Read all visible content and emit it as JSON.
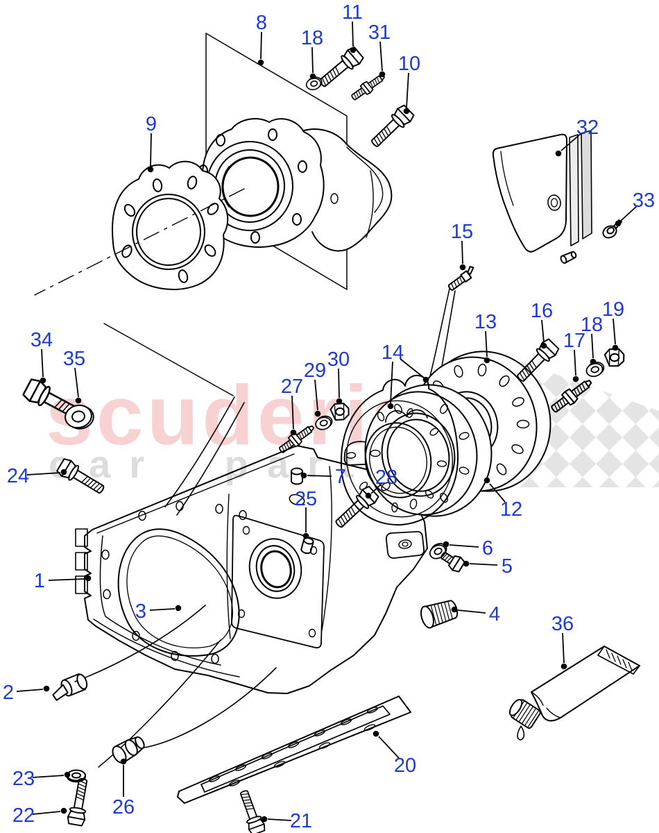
{
  "diagram": {
    "kind": "exploded-parts-diagram",
    "sheet_background": "#ffffff",
    "part_count_visible": 36
  },
  "watermark": {
    "brand": "scuderia",
    "tagline": "car parts"
  },
  "colors": {
    "callout": "#1e3ad0",
    "line": "#000000",
    "watermark_brand": "#f8d2d2",
    "watermark_tagline": "#dcdcdc",
    "checker": "#e4e4e4"
  },
  "callouts": {
    "1": "1",
    "2": "2",
    "3": "3",
    "4": "4",
    "5": "5",
    "6": "6",
    "7": "7",
    "8": "8",
    "9": "9",
    "10": "10",
    "11": "11",
    "12": "12",
    "13": "13",
    "14": "14",
    "15": "15",
    "16": "16",
    "17": "17",
    "18": "18",
    "19": "19",
    "20": "20",
    "21": "21",
    "22": "22",
    "23": "23",
    "24": "24",
    "25": "25",
    "26": "26",
    "27": "27",
    "28": "28",
    "29": "29",
    "30": "30",
    "31": "31",
    "32": "32",
    "33": "33",
    "34": "34",
    "35": "35",
    "36": "36"
  }
}
